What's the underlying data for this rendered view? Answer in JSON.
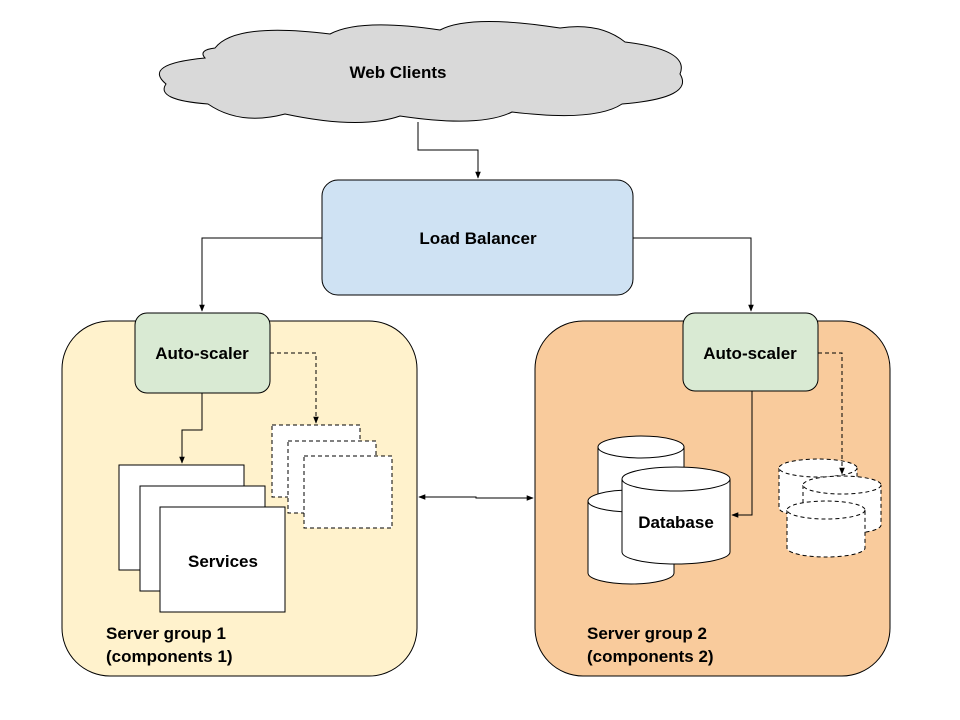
{
  "nodes": {
    "web_clients": "Web Clients",
    "load_balancer": "Load Balancer",
    "autoscaler_1": "Auto-scaler",
    "autoscaler_2": "Auto-scaler",
    "services": "Services",
    "database": "Database"
  },
  "groups": {
    "group1": {
      "line1": "Server group 1",
      "line2": "(components 1)"
    },
    "group2": {
      "line1": "Server group 2",
      "line2": "(components 2)"
    }
  },
  "colors": {
    "cloud": "#d9d9d9",
    "load_balancer": "#cfe2f3",
    "autoscaler": "#d9ead3",
    "group1_bg": "#fff2cc",
    "group2_bg": "#f9cb9c",
    "stroke": "#000000"
  }
}
